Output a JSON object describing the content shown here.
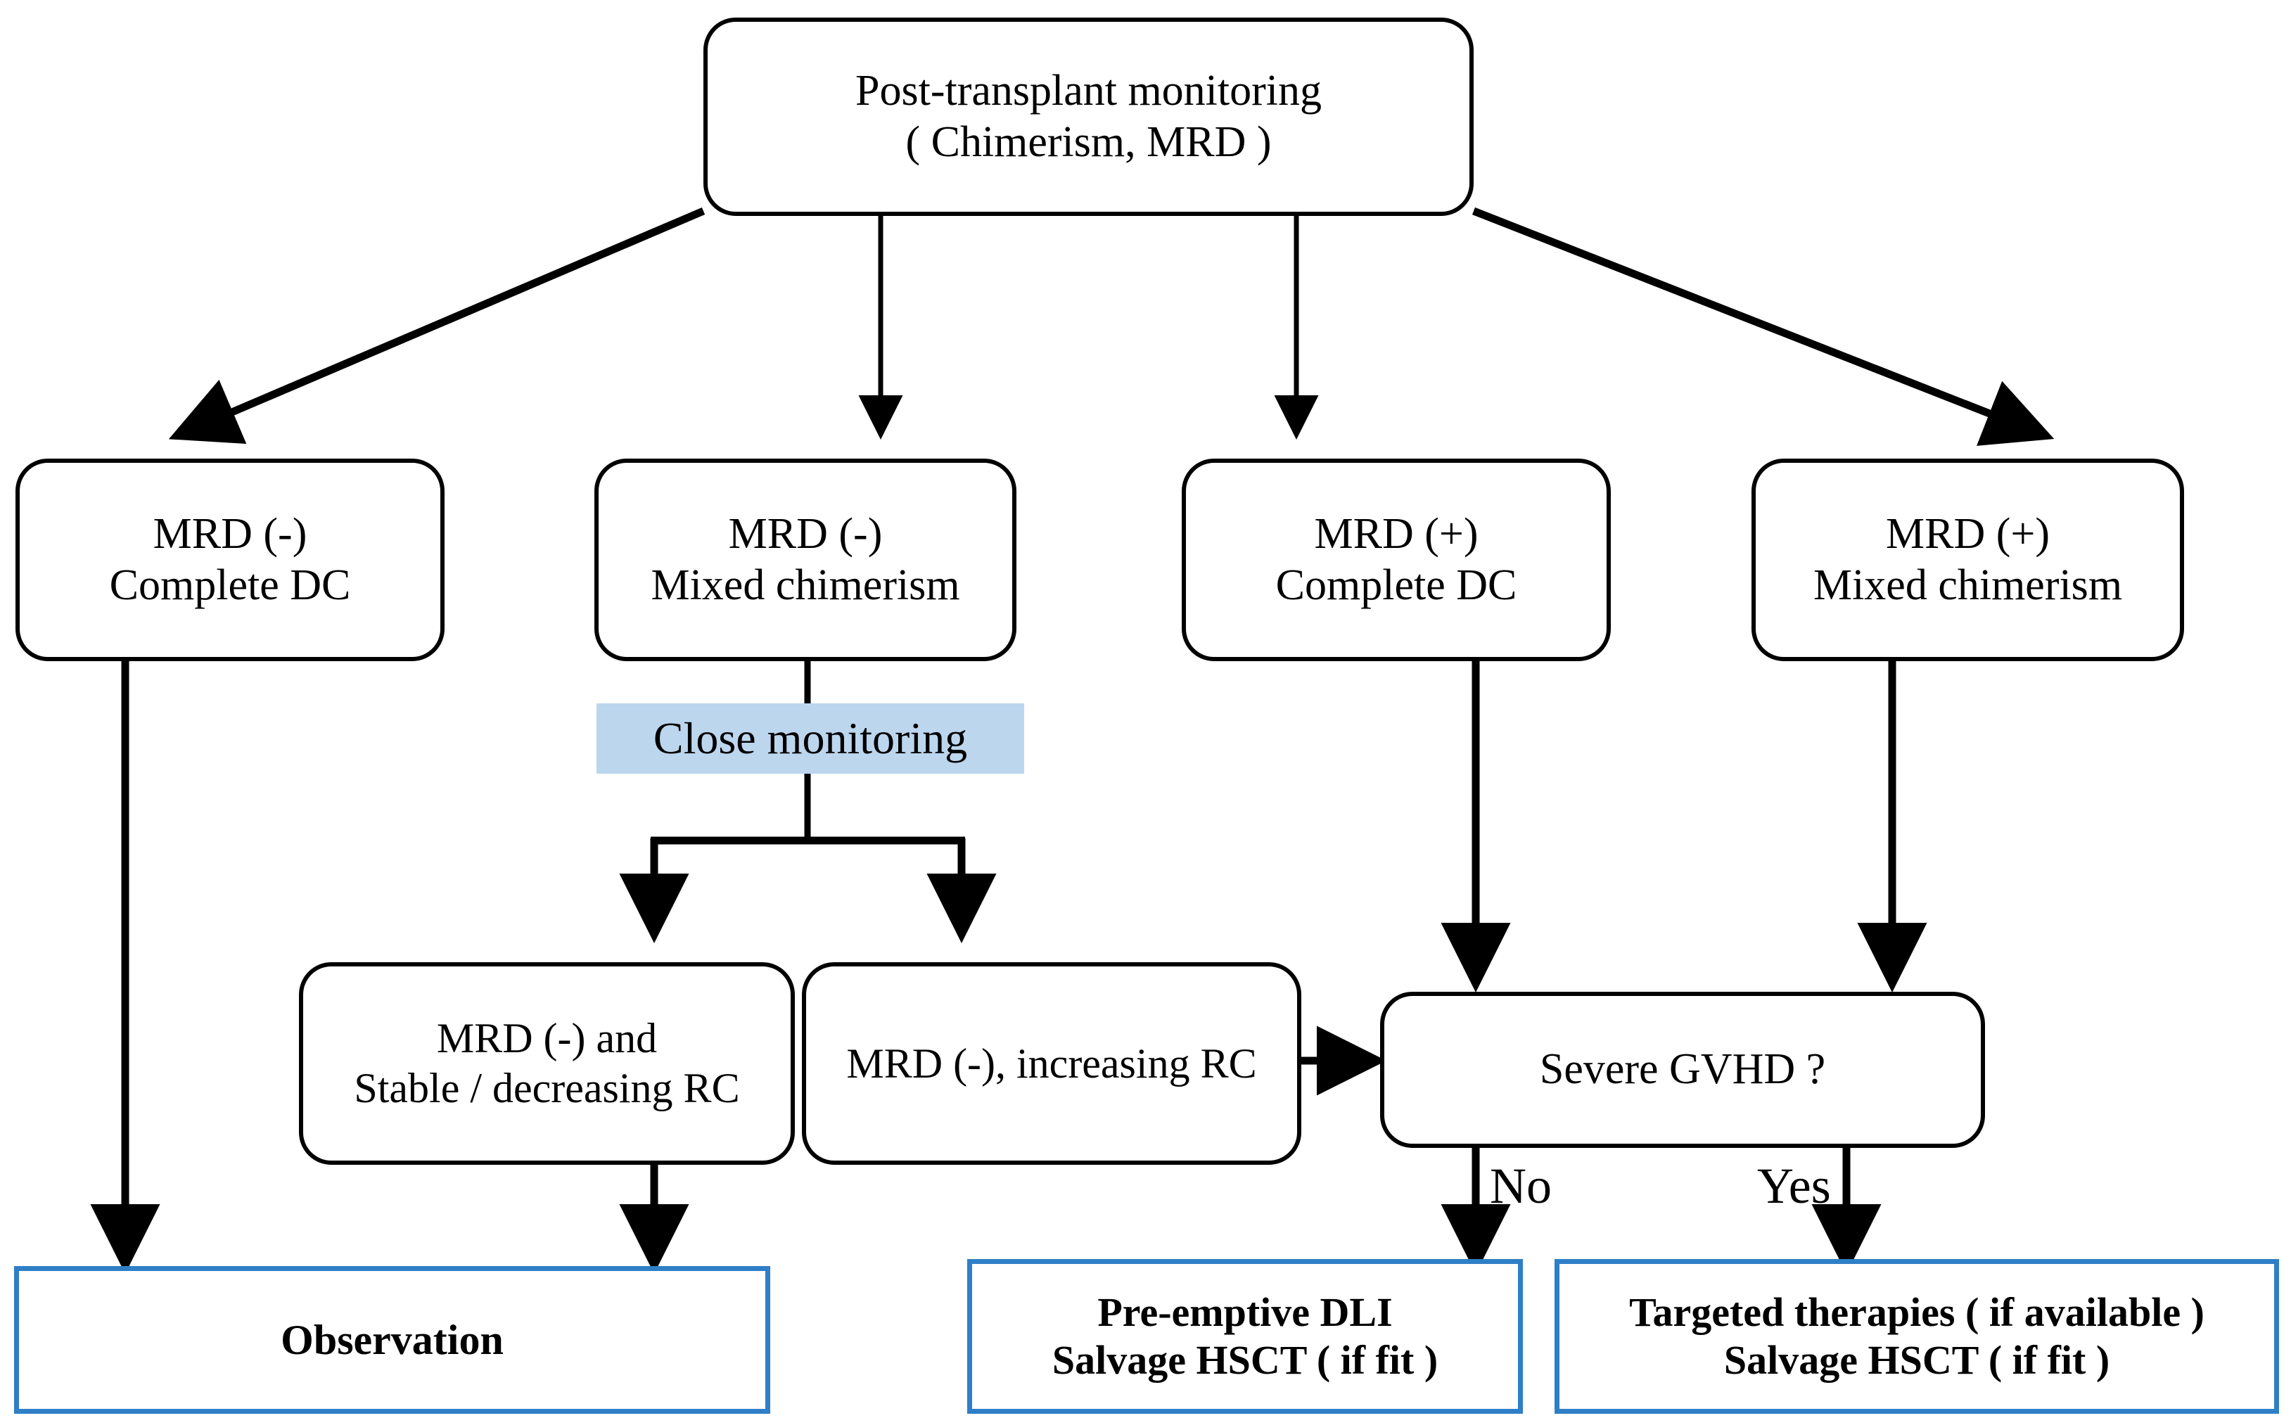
{
  "diagram": {
    "title": "Post-transplant monitoring decision flowchart",
    "colors": {
      "node_border": "#000000",
      "outcome_border": "#2e7fc6",
      "highlight_background": "#bcd6ee",
      "text": "#000000",
      "background": "#ffffff"
    }
  },
  "nodes": {
    "root": {
      "label": "Post-transplant monitoring\n( Chimerism, MRD )"
    },
    "branch1": {
      "label": "MRD (-)\nComplete DC"
    },
    "branch2": {
      "label": "MRD (-)\nMixed chimerism"
    },
    "branch3": {
      "label": "MRD (+)\nComplete DC"
    },
    "branch4": {
      "label": "MRD (+)\nMixed chimerism"
    },
    "close_monitoring": {
      "label": "Close monitoring"
    },
    "stable_rc": {
      "label": "MRD (-) and\nStable / decreasing RC"
    },
    "increasing_rc": {
      "label": "MRD (-), increasing RC"
    },
    "severe_gvhd": {
      "label": "Severe GVHD ?"
    },
    "observation": {
      "label": "Observation"
    },
    "preemptive_dli": {
      "label": "Pre-emptive DLI\nSalvage HSCT ( if fit )"
    },
    "targeted_therapies": {
      "label": "Targeted therapies ( if available )\nSalvage HSCT ( if fit )"
    }
  },
  "edge_labels": {
    "no": "No",
    "yes": "Yes"
  }
}
